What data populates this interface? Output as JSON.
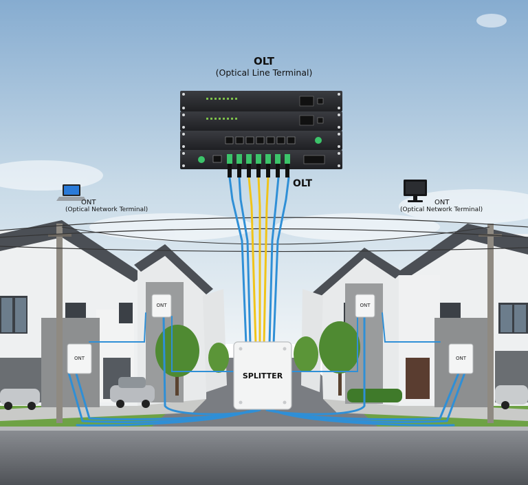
{
  "labels": {
    "olt_title": "OLT",
    "olt_subtitle": "(Optical Line Terminal)",
    "olt_side": "OLT",
    "ont_left_title": "ONT",
    "ont_left_subtitle": "(Optical Network Terminal)",
    "ont_right_title": "ONT",
    "ont_right_subtitle": "(Optical Network Terminal)",
    "ont_box": "ONT",
    "splitter": "SPLITTER"
  },
  "colors": {
    "sky_top": "#8fb3d3",
    "sky_bottom": "#e6eef4",
    "fiber_blue": "#2f8fd6",
    "fiber_yellow": "#f0c419",
    "connector_green": "#3cc46a",
    "rack": "#2a2c30",
    "grass": "#5f9a3a",
    "road": "#5d6066"
  },
  "icons": {
    "left_device": "laptop-icon",
    "right_device": "monitor-icon"
  }
}
